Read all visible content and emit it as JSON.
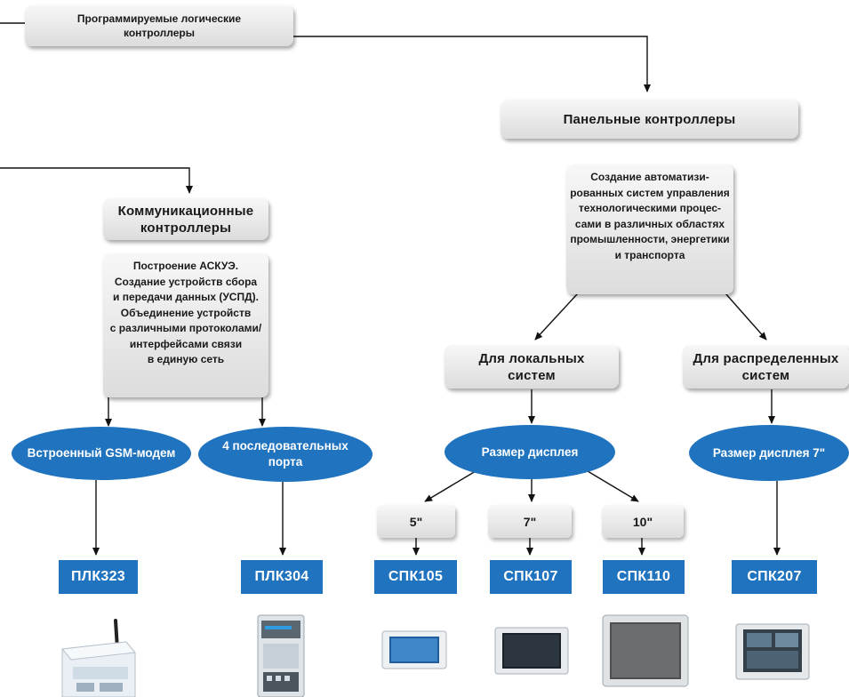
{
  "top_node": "Программируемые логические\nконтроллеры",
  "panel_node": "Панельные контроллеры",
  "panel_desc": "Создание автоматизи-\nрованных систем управления\nтехнологическими процес-\nсами в различных областях\nпромышленности, энергетики\nи транспорта",
  "comm_node": "Коммуникационные\nконтроллеры",
  "comm_desc": "Построение АСКУЭ.\nСоздание устройств сбора\nи передачи данных (УСПД).\nОбъединение устройств\nс различными протоколами/\nинтерфейсами связи\nв единую сеть",
  "local_node": "Для локальных\nсистем",
  "dist_node": "Для распределенных\nсистем",
  "gsm_ellipse": "Встроенный GSM-модем",
  "ports_ellipse": "4 последовательных\nпорта",
  "display_ellipse": "Размер дисплея",
  "display7_ellipse": "Размер дисплея 7\"",
  "sizes": [
    "5\"",
    "7\"",
    "10\""
  ],
  "models": [
    "ПЛК323",
    "ПЛК304",
    "СПК105",
    "СПК107",
    "СПК110",
    "СПК207"
  ],
  "colors": {
    "accent": "#1f73bf",
    "box": "#e3e3e3",
    "line": "#111111"
  }
}
